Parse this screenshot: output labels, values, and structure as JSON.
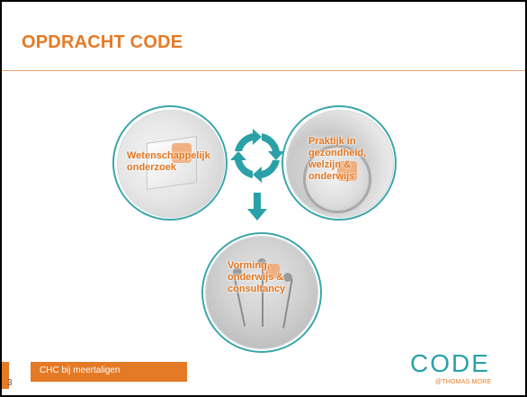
{
  "slide": {
    "title": "OPDRACHT CODE",
    "page_number": "3",
    "footer_text": "CHC bij meertaligen"
  },
  "circles": {
    "top_left_label_line1": "Wetenschappelijk",
    "top_left_label_line2": "onderzoek",
    "top_right_label_line1": "Praktijk in",
    "top_right_label_line2": "gezondheid,",
    "top_right_label_line3": "welzijn &",
    "top_right_label_line4": "onderwijs",
    "bottom_label_line1": "Vorming,",
    "bottom_label_line2": "onderwijs &",
    "bottom_label_line3": "consultancy"
  },
  "logo": {
    "word": "CODE",
    "sub": "@THOMAS MORE"
  },
  "colors": {
    "accent_orange": "#e57a26",
    "teal": "#2aa1a7",
    "ring": "#3ba6aa"
  },
  "icons": {
    "cycle": "circular-arrows-icon",
    "down": "down-arrow-icon"
  }
}
